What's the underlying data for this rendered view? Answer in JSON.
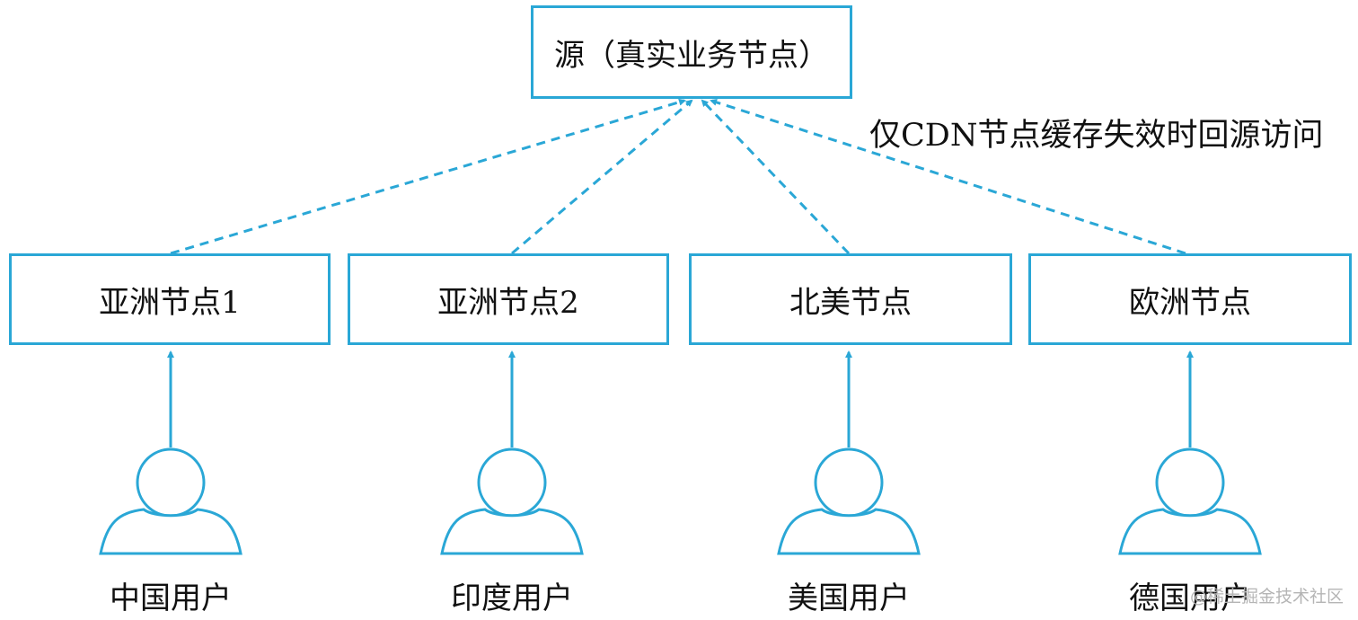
{
  "source_node": {
    "label": "源（真实业务节点）"
  },
  "annotation": "仅CDN节点缓存失效时回源访问",
  "edge_nodes": [
    {
      "label": "亚洲节点1"
    },
    {
      "label": "亚洲节点2"
    },
    {
      "label": "北美节点"
    },
    {
      "label": "欧洲节点"
    }
  ],
  "users": [
    {
      "label": "中国用户",
      "icon": "user-icon"
    },
    {
      "label": "印度用户",
      "icon": "user-icon"
    },
    {
      "label": "美国用户",
      "icon": "user-icon"
    },
    {
      "label": "德国用户",
      "icon": "user-icon"
    }
  ],
  "watermark": "@稀土掘金技术社区",
  "colors": {
    "accent": "#2aa7d6",
    "text": "#111111"
  }
}
